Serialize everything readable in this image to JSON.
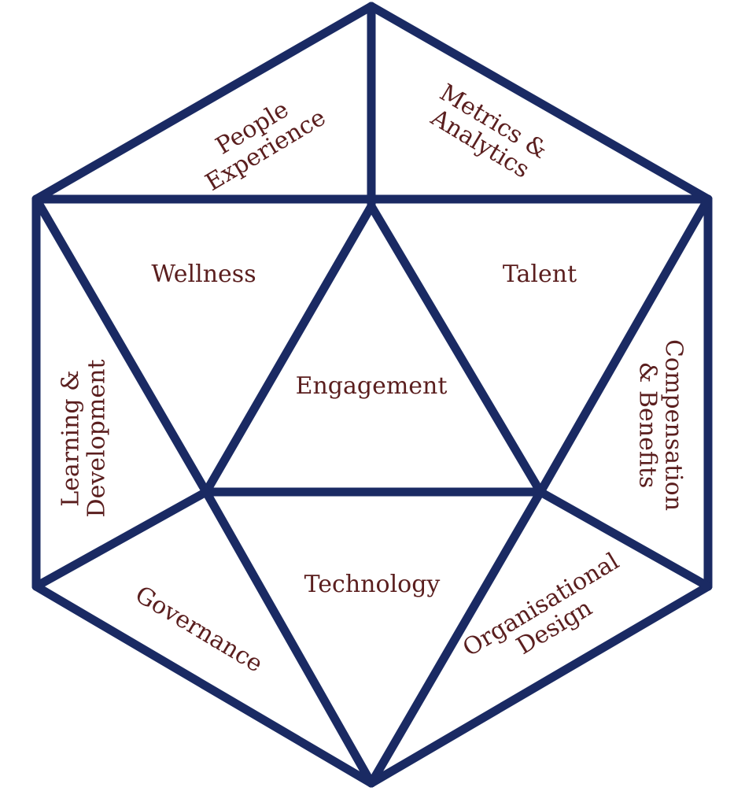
{
  "colors": {
    "line": "#1a2a63",
    "text": "#5a1e1e",
    "background": "#ffffff"
  },
  "segments": {
    "people_experience": [
      "People",
      "Experience"
    ],
    "metrics_analytics": [
      "Metrics &",
      "Analytics"
    ],
    "wellness": [
      "Wellness"
    ],
    "talent": [
      "Talent"
    ],
    "engagement": [
      "Engagement"
    ],
    "learning_development": [
      "Learning &",
      "Development"
    ],
    "compensation_benefits": [
      "Compensation",
      "& Benefits"
    ],
    "technology": [
      "Technology"
    ],
    "governance": [
      "Governance"
    ],
    "organisational_design": [
      "Organisational",
      "Design"
    ]
  }
}
